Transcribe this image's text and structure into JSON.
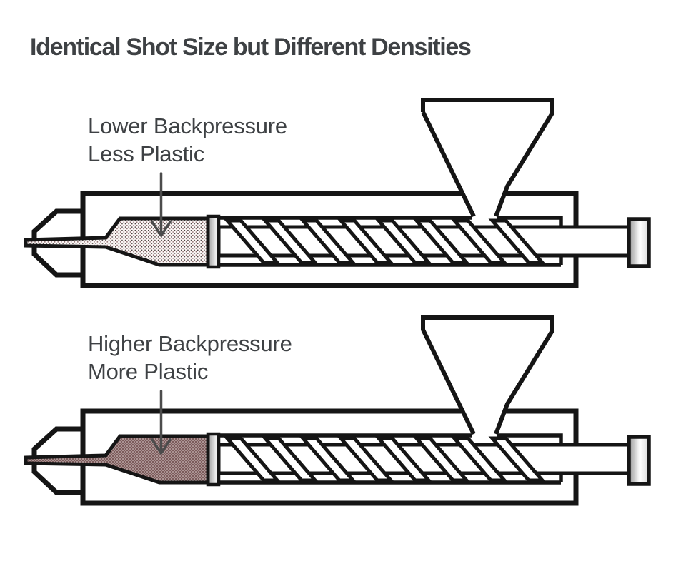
{
  "title": "Identical Shot Size but Different Densities",
  "machines": [
    {
      "name": "lower-backpressure",
      "label": [
        "Lower Backpressure",
        "Less Plastic"
      ],
      "melt_pattern": "sparse-dots"
    },
    {
      "name": "higher-backpressure",
      "label": [
        "Higher Backpressure",
        "More Plastic"
      ],
      "melt_pattern": "dense-crosshatch"
    }
  ],
  "colors": {
    "line": "#151515",
    "text": "#3e4144",
    "arrow": "#4c4c4c",
    "melt_light_bg": "#fbf7f6",
    "melt_light_dot_a": "#4d4141",
    "melt_light_dot_b": "#8d6b6b",
    "melt_dense_bg": "#f8f2f1",
    "melt_dense_line": "#7c5b5b",
    "metal_gray": "#9e9e9e",
    "metal_gray_2": "#d9d9d9"
  }
}
